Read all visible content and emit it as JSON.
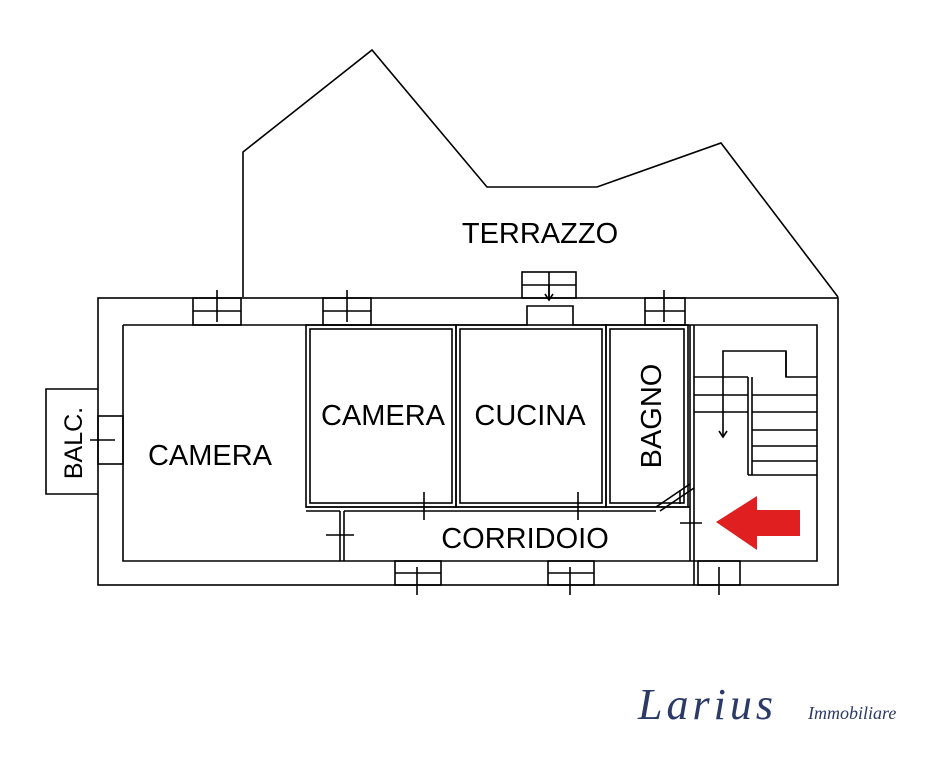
{
  "rooms": {
    "terrace": "TERRAZZO",
    "bedroom_large": "CAMERA",
    "bedroom_small": "CAMERA",
    "kitchen": "CUCINA",
    "bathroom": "BAGNO",
    "corridor": "CORRIDOIO",
    "balcony": "BALC."
  },
  "logo": {
    "name": "Larius",
    "tagline": "Immobiliare",
    "color": "#2b3a67"
  },
  "entrance_arrow": {
    "color": "#e02020",
    "icon": "entrance-arrow-icon"
  }
}
